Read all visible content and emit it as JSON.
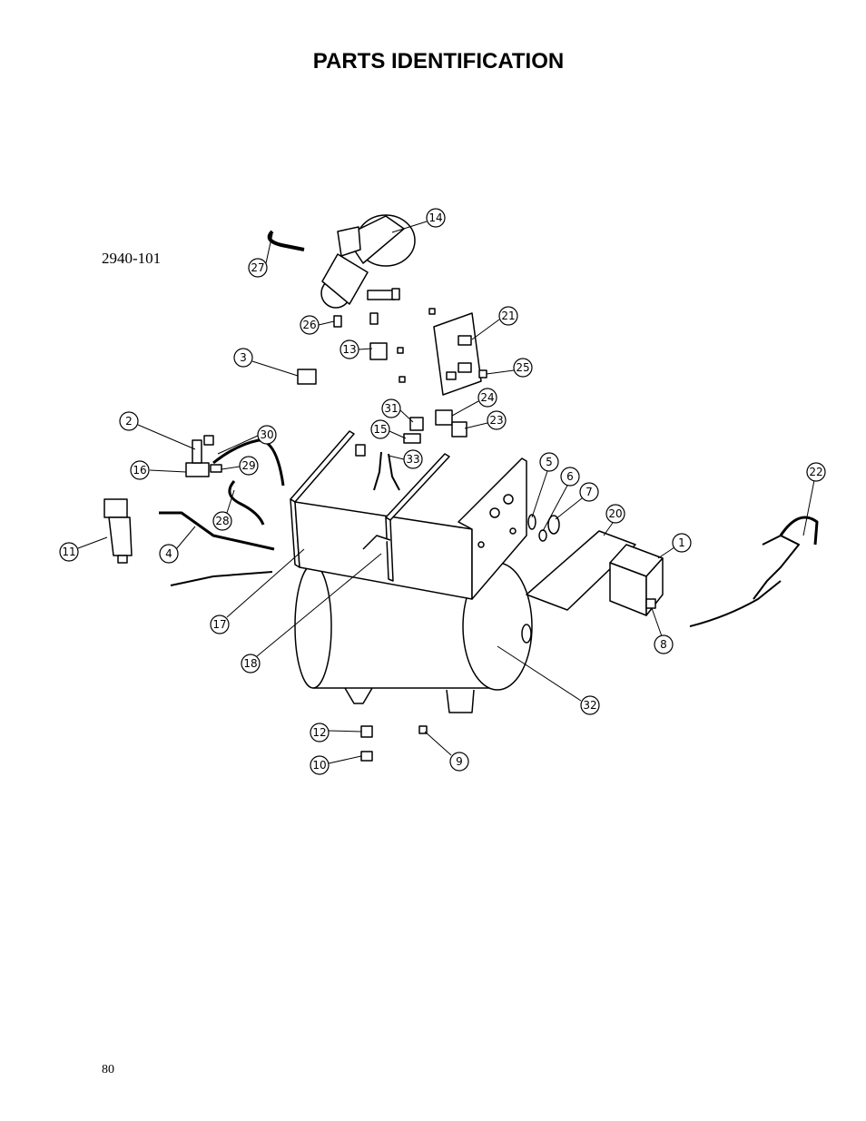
{
  "page": {
    "title": "PARTS IDENTIFICATION",
    "model_number": "2940-101",
    "page_number": "80"
  },
  "callouts": [
    {
      "id": "c1",
      "label": "1"
    },
    {
      "id": "c2",
      "label": "2"
    },
    {
      "id": "c3",
      "label": "3"
    },
    {
      "id": "c4",
      "label": "4"
    },
    {
      "id": "c5",
      "label": "5"
    },
    {
      "id": "c6",
      "label": "6"
    },
    {
      "id": "c7",
      "label": "7"
    },
    {
      "id": "c8",
      "label": "8"
    },
    {
      "id": "c9",
      "label": "9"
    },
    {
      "id": "c10",
      "label": "10"
    },
    {
      "id": "c11",
      "label": "11"
    },
    {
      "id": "c12",
      "label": "12"
    },
    {
      "id": "c13",
      "label": "13"
    },
    {
      "id": "c14",
      "label": "14"
    },
    {
      "id": "c15",
      "label": "15"
    },
    {
      "id": "c16",
      "label": "16"
    },
    {
      "id": "c17",
      "label": "17"
    },
    {
      "id": "c18",
      "label": "18"
    },
    {
      "id": "c20",
      "label": "20"
    },
    {
      "id": "c21",
      "label": "21"
    },
    {
      "id": "c22",
      "label": "22"
    },
    {
      "id": "c23",
      "label": "23"
    },
    {
      "id": "c24",
      "label": "24"
    },
    {
      "id": "c25",
      "label": "25"
    },
    {
      "id": "c26",
      "label": "26"
    },
    {
      "id": "c27",
      "label": "27"
    },
    {
      "id": "c28",
      "label": "28"
    },
    {
      "id": "c29",
      "label": "29"
    },
    {
      "id": "c30",
      "label": "30"
    },
    {
      "id": "c31",
      "label": "31"
    },
    {
      "id": "c32",
      "label": "32"
    },
    {
      "id": "c33",
      "label": "33"
    }
  ]
}
